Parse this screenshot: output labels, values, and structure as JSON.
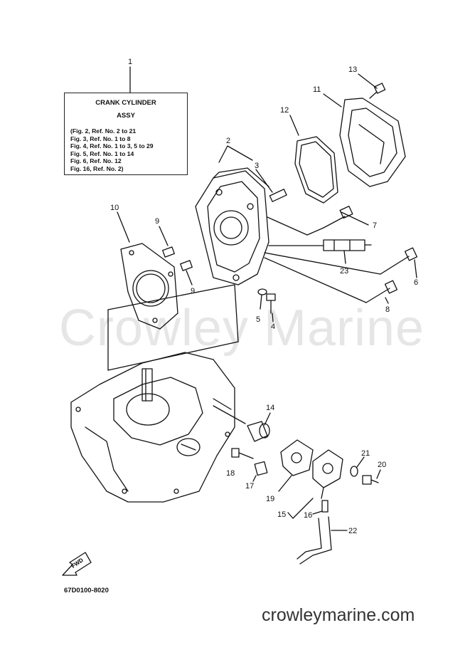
{
  "watermark_text": "Crowley Marine",
  "legend": {
    "title_line1": "CRANK CYLINDER",
    "title_line2": "ASSY",
    "refs": [
      "(Fig. 2, Ref. No. 2 to 21",
      "Fig. 3, Ref. No. 1 to 8",
      "Fig. 4, Ref. No. 1 to 3, 5 to 29",
      "Fig. 5, Ref. No. 1 to 14",
      "Fig. 6, Ref. No. 12",
      "Fig. 16, Ref. No. 2)"
    ]
  },
  "callouts": {
    "c1": "1",
    "c2": "2",
    "c3": "3",
    "c4": "4",
    "c5": "5",
    "c6": "6",
    "c7": "7",
    "c8": "8",
    "c9a": "9",
    "c9b": "9",
    "c10": "10",
    "c11": "11",
    "c12": "12",
    "c13": "13",
    "c14": "14",
    "c15": "15",
    "c16": "16",
    "c17": "17",
    "c18": "18",
    "c19": "19",
    "c20": "20",
    "c21": "21",
    "c22": "22",
    "c23": "23"
  },
  "fwd_label": "FWD",
  "part_code": "67D0100-8020",
  "site_url": "crowleymarine.com"
}
